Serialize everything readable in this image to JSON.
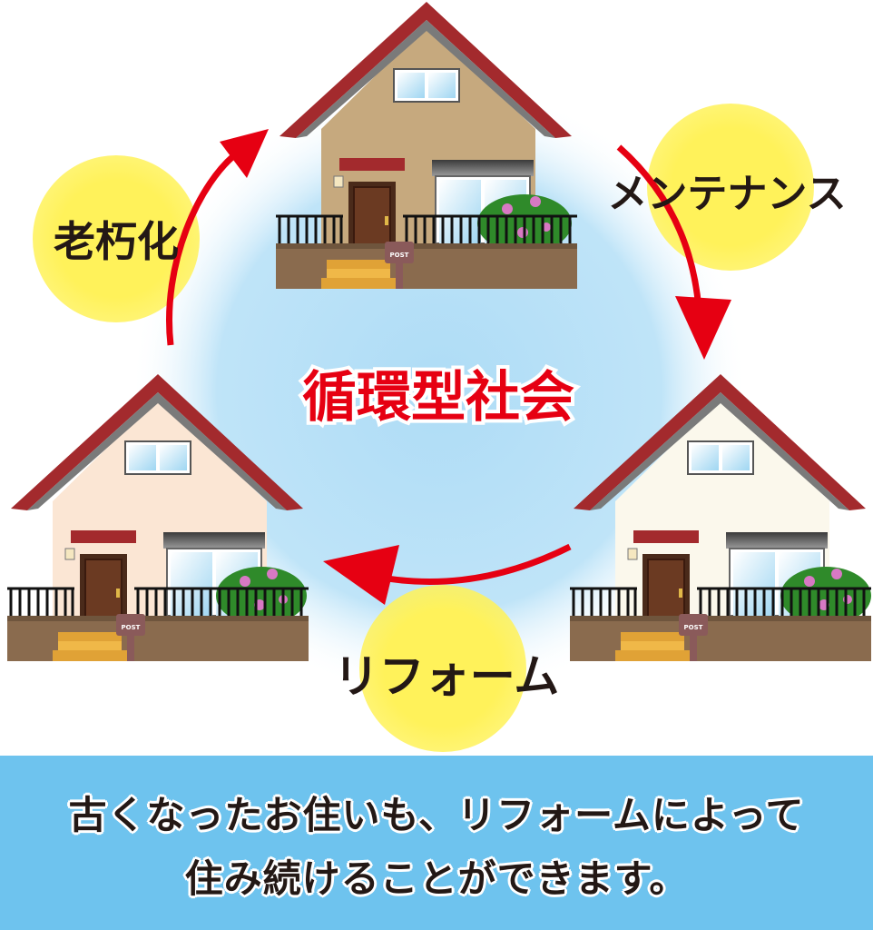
{
  "center_label": "循環型社会",
  "labels": {
    "aging": "老朽化",
    "maintenance": "メンテナンス",
    "reform": "リフォーム"
  },
  "mailbox_text": "POST",
  "footer": {
    "line1": "古くなったお住いも、リフォームによって",
    "line2": "住み続けることができます。"
  },
  "colors": {
    "roof": "#a32a2d",
    "arrow": "#e60012",
    "center_text": "#e60012",
    "bubble": "#fff25a",
    "glow": "#aedcf6",
    "banner": "#6ec3ee",
    "wall_top_house": "#c6a97e",
    "wall_left_house": "#fbe6d4",
    "wall_right_house": "#fbf8ec"
  }
}
